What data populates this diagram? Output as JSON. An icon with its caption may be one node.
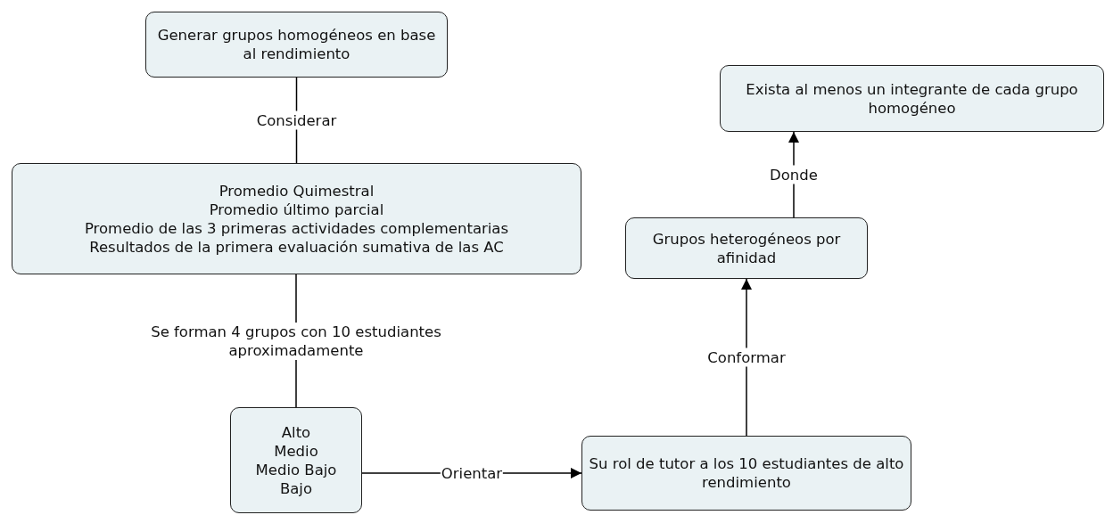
{
  "diagram": {
    "nodes": [
      {
        "text": [
          "Generar grupos homogéneos en base al rendimiento"
        ]
      },
      {
        "text": [
          "Promedio Quimestral",
          "Promedio último parcial",
          "Promedio de las 3 primeras actividades complementarias",
          "Resultados de la primera evaluación sumativa de las AC"
        ]
      },
      {
        "text": [
          "Alto",
          "Medio",
          "Medio Bajo",
          "Bajo"
        ]
      },
      {
        "text": [
          "Su rol de tutor a los 10 estudiantes de alto rendimiento"
        ]
      },
      {
        "text": [
          "Grupos heterogéneos por afinidad"
        ]
      },
      {
        "text": [
          "Exista al menos un integrante de cada grupo homogéneo"
        ]
      }
    ],
    "edges": [
      {
        "from": 0,
        "to": 1,
        "arrow": "none",
        "label": "Considerar"
      },
      {
        "from": 1,
        "to": 2,
        "arrow": "none",
        "label": "Se forman 4 grupos con 10 estudiantes aproximadamente"
      },
      {
        "from": 2,
        "to": 3,
        "arrow": "to",
        "label": "Orientar"
      },
      {
        "from": 3,
        "to": 4,
        "arrow": "to",
        "label": "Conformar"
      },
      {
        "from": 4,
        "to": 5,
        "arrow": "to",
        "label": "Donde"
      }
    ]
  }
}
